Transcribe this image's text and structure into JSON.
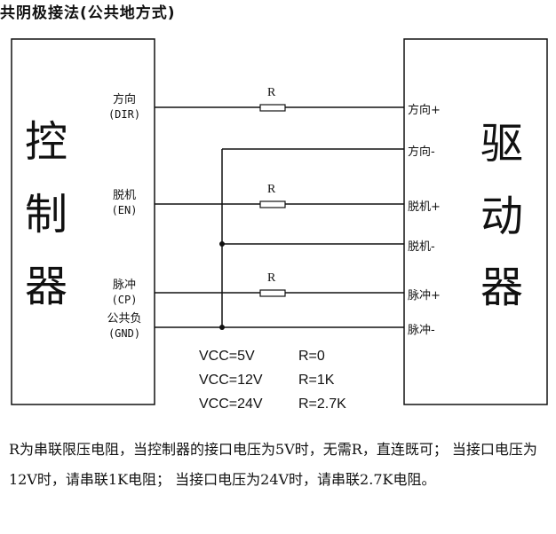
{
  "title": "共阴极接法(公共地方式)",
  "controller": {
    "chars": [
      "控",
      "制",
      "器"
    ]
  },
  "driver": {
    "chars": [
      "驱",
      "动",
      "器"
    ]
  },
  "controller_pins": [
    {
      "name": "方向",
      "code": "(DIR)"
    },
    {
      "name": "脱机",
      "code": "(EN)"
    },
    {
      "name": "脉冲",
      "code": "(CP)"
    },
    {
      "name": "公共负",
      "code": "(GND)"
    }
  ],
  "resistor_label": "R",
  "driver_pins": [
    "方向+",
    "方向-",
    "脱机+",
    "脱机-",
    "脉冲+",
    "脉冲-"
  ],
  "vcc_table": [
    {
      "vcc": "VCC=5V",
      "r": "R=0"
    },
    {
      "vcc": "VCC=12V",
      "r": "R=1K"
    },
    {
      "vcc": "VCC=24V",
      "r": "R=2.7K"
    }
  ],
  "note": "R为串联限压电阻，当控制器的接口电压为5V时，无需R，直连既可； 当接口电压为12V时，请串联1K电阻； 当接口电压为24V时，请串联2.7K电阻。"
}
